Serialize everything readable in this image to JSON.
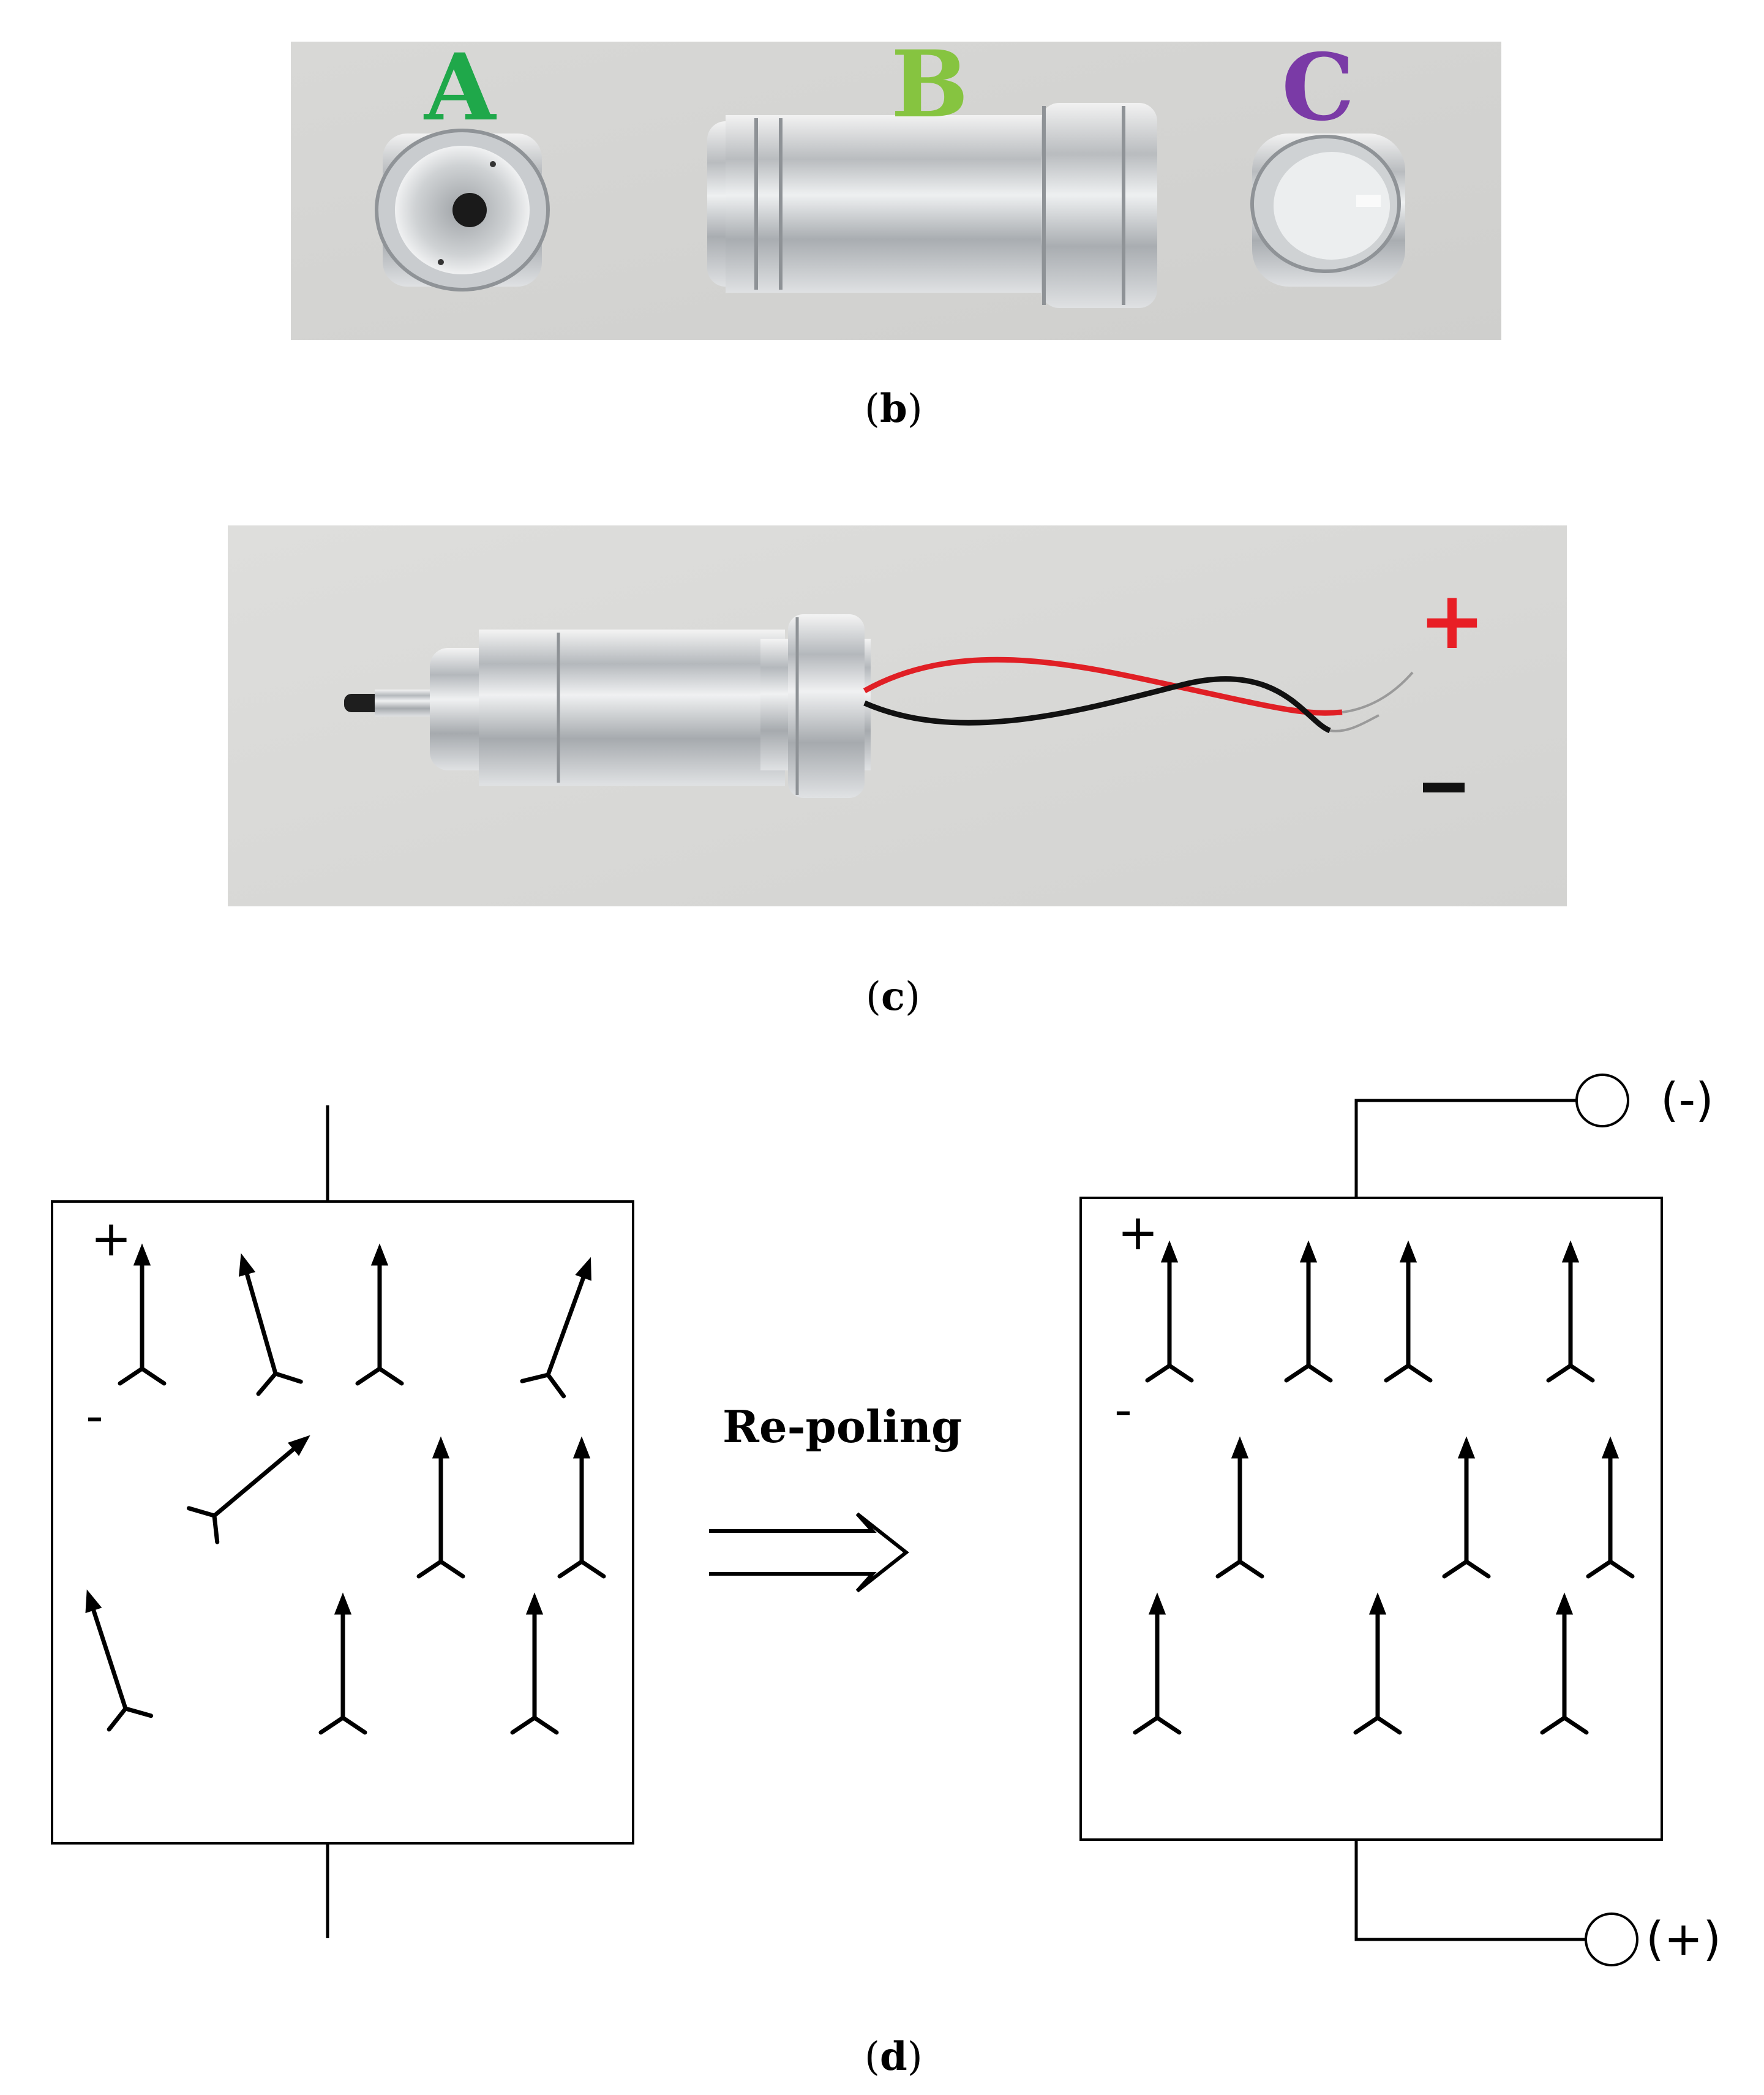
{
  "photo_b": {
    "labels": [
      {
        "text": "A",
        "color": "#1fa84a"
      },
      {
        "text": "B",
        "color": "#86c440"
      },
      {
        "text": "C",
        "color": "#7a3aa6"
      }
    ],
    "caption": "b"
  },
  "photo_c": {
    "plus": "+",
    "minus": "-",
    "plus_color": "#e81e25",
    "minus_color": "#111111",
    "caption": "c"
  },
  "diagram": {
    "left_plus": "+",
    "left_minus": "-",
    "right_plus": "+",
    "right_minus": "-",
    "arrow_label": "Re-poling",
    "terminal_top": "(-)",
    "terminal_bottom": "(+)",
    "caption": "d"
  }
}
